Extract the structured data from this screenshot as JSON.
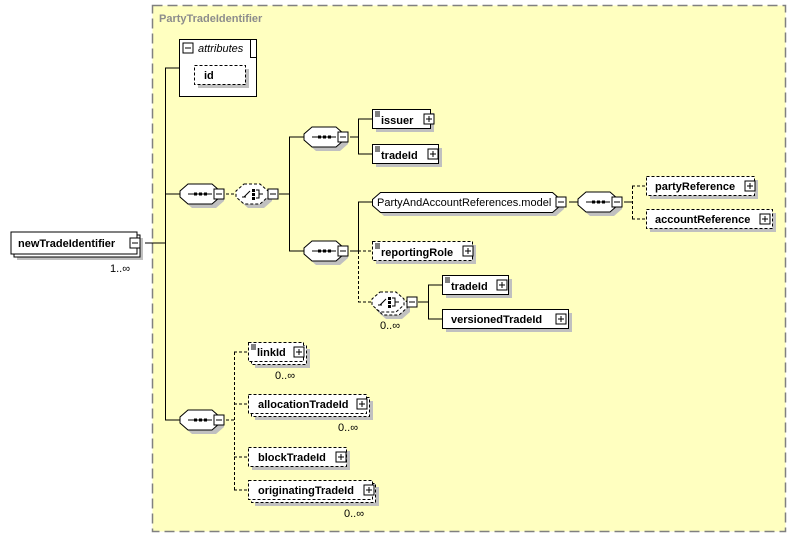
{
  "diagram": {
    "type_name": "PartyTradeIdentifier",
    "root": {
      "name": "newTradeIdentifier",
      "occurrence": "1..∞"
    },
    "attributes_label": "attributes",
    "attribute": {
      "name": "id"
    },
    "elements": {
      "issuer": {
        "name": "issuer"
      },
      "tradeId1": {
        "name": "tradeId"
      },
      "group": {
        "name": "PartyAndAccountReferences.model"
      },
      "partyReference": {
        "name": "partyReference"
      },
      "accountReference": {
        "name": "accountReference"
      },
      "reportingRole": {
        "name": "reportingRole"
      },
      "choice2_occurrence": "0..∞",
      "tradeId2": {
        "name": "tradeId"
      },
      "versionedTradeId": {
        "name": "versionedTradeId"
      },
      "linkId": {
        "name": "linkId",
        "occurrence": "0..∞"
      },
      "allocationTradeId": {
        "name": "allocationTradeId",
        "occurrence": "0..∞"
      },
      "blockTradeId": {
        "name": "blockTradeId"
      },
      "originatingTradeId": {
        "name": "originatingTradeId",
        "occurrence": "0..∞"
      }
    },
    "colors": {
      "background": "#ffffc0",
      "border": "#808080",
      "shadow": "#c0c0c0",
      "title": "#8c8c8c"
    }
  }
}
